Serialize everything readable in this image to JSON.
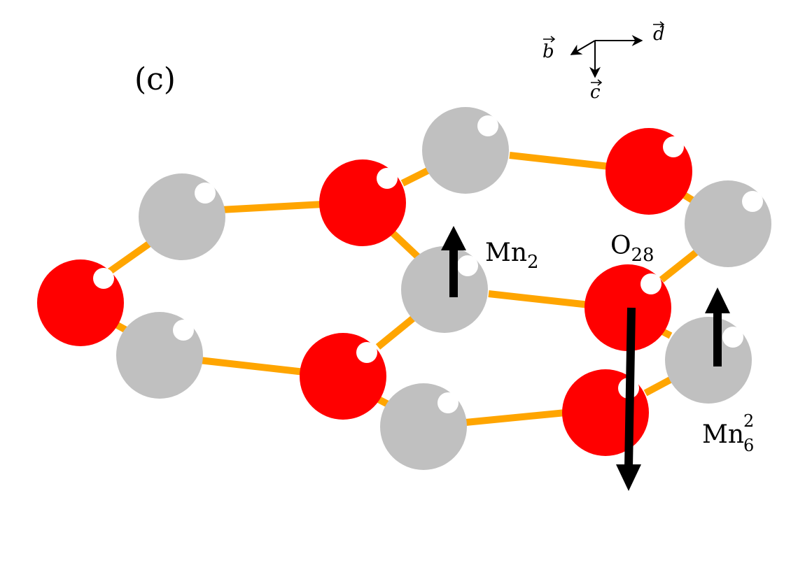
{
  "panel_label": "(c)",
  "axes": {
    "b_label": "b",
    "c_label": "c",
    "d_label": "d"
  },
  "labels": {
    "mn2_base": "Mn",
    "mn2_sub": "2",
    "o28_base": "O",
    "o28_sub": "28",
    "mn6_base": "Mn",
    "mn6_sup": "2",
    "mn6_sub": "6"
  },
  "colors": {
    "manganese": "#c0c0c0",
    "oxygen": "#ff0000",
    "bond": "#ffa500",
    "highlight": "#ffffff",
    "spin_arrow": "#000000"
  },
  "atoms": [
    {
      "id": "o-left",
      "element": "O"
    },
    {
      "id": "mn-upper-left",
      "element": "Mn"
    },
    {
      "id": "mn-lower-left",
      "element": "Mn"
    },
    {
      "id": "o-upper-mid",
      "element": "O"
    },
    {
      "id": "o-lower-mid",
      "element": "O"
    },
    {
      "id": "mn-top-mid",
      "element": "Mn"
    },
    {
      "id": "mn2",
      "element": "Mn"
    },
    {
      "id": "mn-bottom-mid",
      "element": "Mn"
    },
    {
      "id": "o-top-right",
      "element": "O"
    },
    {
      "id": "mn-far-right",
      "element": "Mn"
    },
    {
      "id": "o28",
      "element": "O"
    },
    {
      "id": "mn6",
      "element": "Mn"
    },
    {
      "id": "o-bottom-right",
      "element": "O"
    }
  ],
  "spin_arrows": [
    {
      "id": "mn2-spin",
      "direction": "up"
    },
    {
      "id": "o28-spin",
      "direction": "down"
    },
    {
      "id": "mn6-spin",
      "direction": "up"
    }
  ]
}
